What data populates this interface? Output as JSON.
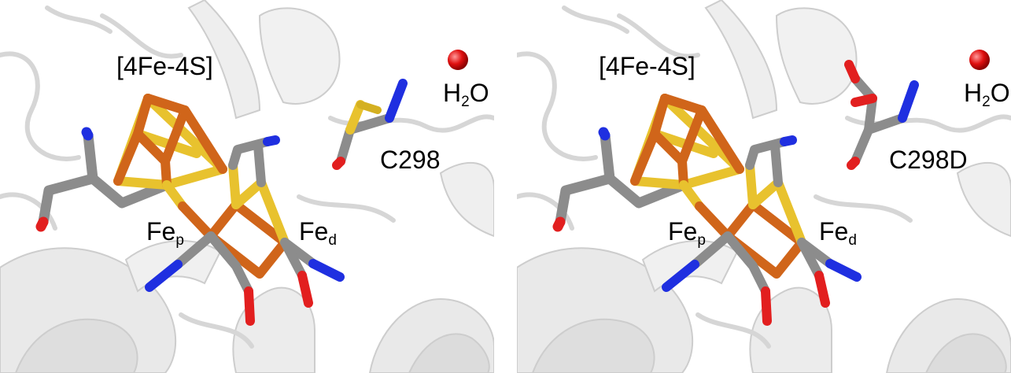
{
  "panels": {
    "left": {
      "cluster_label": "[4Fe-4S]",
      "water": {
        "main": "H",
        "sub": "2",
        "tail": "O"
      },
      "residue_label": "C298",
      "fe_p": {
        "main": "Fe",
        "sub": "p"
      },
      "fe_d": {
        "main": "Fe",
        "sub": "d"
      }
    },
    "right": {
      "cluster_label": "[4Fe-4S]",
      "water": {
        "main": "H",
        "sub": "2",
        "tail": "O"
      },
      "residue_label": "C298D",
      "fe_p": {
        "main": "Fe",
        "sub": "p"
      },
      "fe_d": {
        "main": "Fe",
        "sub": "d"
      }
    }
  },
  "colors": {
    "background": "#ffffff",
    "ribbon": "#e6e6e6",
    "ribbon_edge": "#c9c9c9",
    "carbon": "#8c8c8c",
    "sulfur": "#e8c22e",
    "iron": "#d0651a",
    "nitrogen": "#1f2fe0",
    "oxygen": "#e21f1f",
    "water": "#e01010"
  }
}
